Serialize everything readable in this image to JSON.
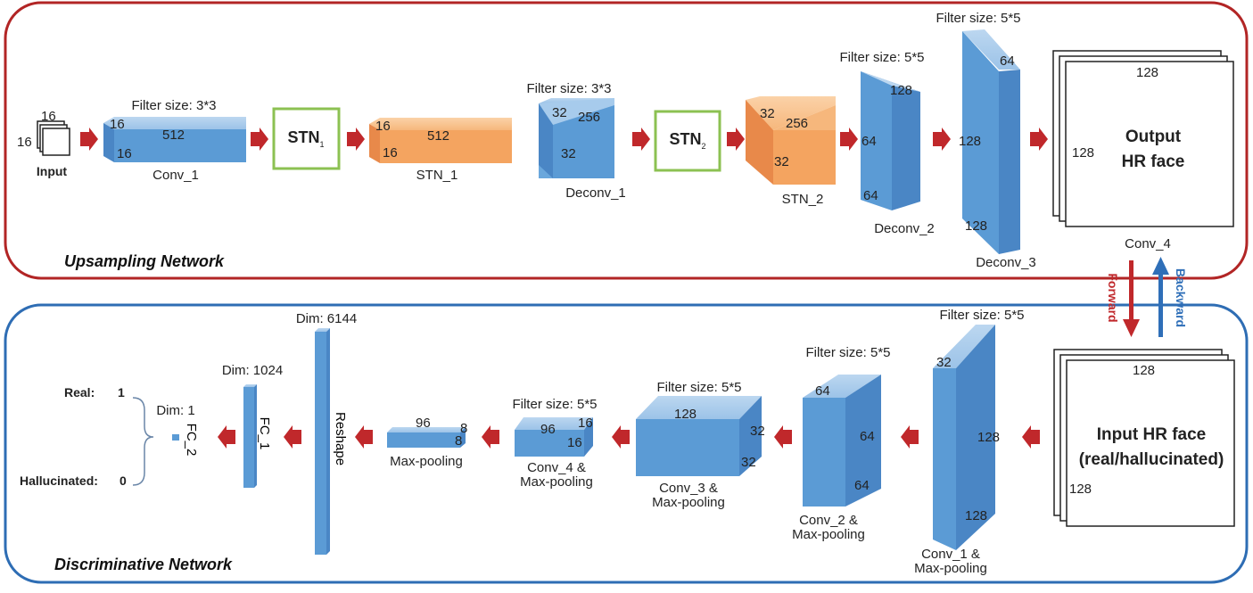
{
  "upsampling": {
    "title": "Upsampling Network",
    "input": {
      "label": "Input",
      "d1": "16",
      "d2": "16"
    },
    "conv1": {
      "filter": "Filter size: 3*3",
      "d_depth": "16",
      "d_w": "512",
      "d_h": "16",
      "label": "Conv_1"
    },
    "stn1_box": {
      "text": "STN",
      "sub": "1"
    },
    "stn1": {
      "d_depth": "16",
      "d_w": "512",
      "d_h": "16",
      "label": "STN_1"
    },
    "deconv1": {
      "filter": "Filter size: 3*3",
      "d_a": "32",
      "d_b": "256",
      "d_c": "32",
      "label": "Deconv_1"
    },
    "stn2_box": {
      "text": "STN",
      "sub": "2"
    },
    "stn2": {
      "d_a": "32",
      "d_b": "256",
      "d_c": "32",
      "label": "STN_2"
    },
    "deconv2": {
      "filter": "Filter size: 5*5",
      "d_a": "128",
      "d_b": "64",
      "d_c": "64",
      "label": "Deconv_2"
    },
    "deconv3": {
      "filter": "Filter size: 5*5",
      "d_a": "64",
      "d_b": "128",
      "d_c": "128",
      "label": "Deconv_3"
    },
    "output": {
      "d_top": "128",
      "d_left": "128",
      "line1": "Output",
      "line2": "HR face",
      "label": "Conv_4"
    }
  },
  "feedback": {
    "forward": "Forward",
    "backward": "Backward"
  },
  "discriminative": {
    "title": "Discriminative Network",
    "input": {
      "d_top": "128",
      "d_left": "128",
      "line1": "Input HR face",
      "line2": "(real/hallucinated)"
    },
    "conv1": {
      "filter": "Filter size: 5*5",
      "d_a": "32",
      "d_b": "128",
      "d_c": "128",
      "label1": "Conv_1 &",
      "label2": "Max-pooling"
    },
    "conv2": {
      "filter": "Filter size: 5*5",
      "d_a": "64",
      "d_b": "64",
      "d_c": "64",
      "label1": "Conv_2 &",
      "label2": "Max-pooling"
    },
    "conv3": {
      "filter": "Filter size: 5*5",
      "d_a": "128",
      "d_b": "32",
      "d_c": "32",
      "label1": "Conv_3 &",
      "label2": "Max-pooling"
    },
    "conv4": {
      "filter": "Filter size: 5*5",
      "d_a": "96",
      "d_b": "16",
      "d_c": "16",
      "label1": "Conv_4 &",
      "label2": "Max-pooling"
    },
    "maxpool": {
      "d_a": "96",
      "d_b": "8",
      "d_c": "8",
      "label": "Max-pooling"
    },
    "reshape": {
      "dim": "Dim: 6144",
      "label": "Reshape"
    },
    "fc1": {
      "dim": "Dim: 1024",
      "label": "FC_1"
    },
    "fc2": {
      "dim": "Dim: 1",
      "label": "FC_2"
    },
    "out": {
      "real": "Real:",
      "real_val": "1",
      "hall": "Hallucinated:",
      "hall_val": "0"
    }
  },
  "colors": {
    "upsampling_border": "#b22525",
    "discriminative_border": "#2e6db4",
    "blue_block": "#5b9bd5",
    "orange_block": "#f4a460",
    "stn_border": "#8cc152",
    "arrow": "#c0282b",
    "backward": "#2f6fb8"
  }
}
